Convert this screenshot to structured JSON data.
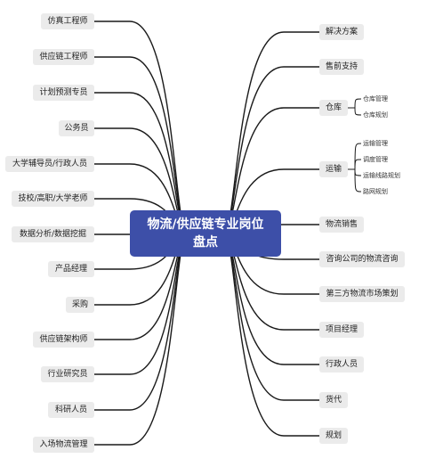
{
  "root": {
    "line1": "物流/供应链专业岗位",
    "line2": "盘点"
  },
  "left": [
    "仿真工程师",
    "供应链工程师",
    "计划预测专员",
    "公务员",
    "大学辅导员/行政人员",
    "技校/高职/大学老师",
    "数据分析/数据挖掘",
    "产品经理",
    "采购",
    "供应链架构师",
    "行业研究员",
    "科研人员",
    "入场物流管理"
  ],
  "right": [
    "解决方案",
    "售前支持",
    "仓库",
    "运输",
    "物流销售",
    "咨询公司的物流咨询",
    "第三方物流市场策划",
    "项目经理",
    "行政人员",
    "货代",
    "规划"
  ],
  "warehouse_children": [
    "仓库管理",
    "仓库规划"
  ],
  "transport_children": [
    "运输管理",
    "调度管理",
    "运输线路规划",
    "路网规划"
  ],
  "colors": {
    "root": "#3d4fa8",
    "node": "#ebebeb",
    "line": "#1a1a1a"
  }
}
